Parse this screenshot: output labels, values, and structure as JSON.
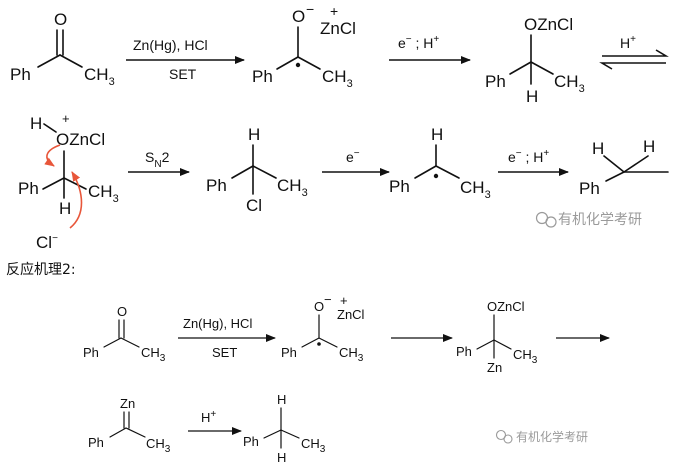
{
  "row1": {
    "ketone": {
      "o": "O",
      "ph": "Ph",
      "ch3": "CH",
      "ch3_sub": "3"
    },
    "arrow1": {
      "top": "Zn(Hg), HCl",
      "bottom": "SET"
    },
    "radical": {
      "o_minus": "O",
      "minus": "−",
      "plus": "+",
      "zncl": "ZnCl",
      "ph": "Ph",
      "ch3": "CH",
      "ch3_sub": "3"
    },
    "arrow2": {
      "top": "e",
      "top_sup": "−",
      "top_rest": " ; H",
      "top_sup2": "+"
    },
    "ozncl": {
      "o": "OZnCl",
      "ph": "Ph",
      "h": "H",
      "ch3": "CH",
      "ch3_sub": "3"
    },
    "eq": {
      "top": "H",
      "top_sup": "+"
    }
  },
  "row2": {
    "oxonium": {
      "h": "H",
      "plus": "+",
      "o": "OZnCl",
      "ph": "Ph",
      "h2": "H",
      "ch3": "CH",
      "ch3_sub": "3",
      "cl": "Cl",
      "cl_sup": "−"
    },
    "arrow_sn2": {
      "s": "S",
      "s_sub": "N",
      "rest": "2"
    },
    "chloride": {
      "h": "H",
      "ph": "Ph",
      "cl": "Cl",
      "ch3": "CH",
      "ch3_sub": "3"
    },
    "arrow_e": {
      "e": "e",
      "e_sup": "−"
    },
    "radical2": {
      "h": "H",
      "ph": "Ph",
      "ch3": "CH",
      "ch3_sub": "3"
    },
    "arrow_eh": {
      "e": "e",
      "e_sup": "−",
      "rest": " ; H",
      "rest_sup": "+"
    },
    "ethylbenzene": {
      "h1": "H",
      "h2": "H",
      "ph": "Ph"
    }
  },
  "watermark1": "有机化学考研",
  "section_title": "反应机理2:",
  "row3": {
    "ketone": {
      "o": "O",
      "ph": "Ph",
      "ch3": "CH",
      "ch3_sub": "3"
    },
    "arrow1": {
      "top": "Zn(Hg), HCl",
      "bottom": "SET"
    },
    "radical": {
      "o": "O",
      "minus": "−",
      "plus": "+",
      "zncl": "ZnCl",
      "ph": "Ph",
      "ch3": "CH",
      "ch3_sub": "3"
    },
    "organozinc": {
      "o": "OZnCl",
      "ph": "Ph",
      "ch3": "CH",
      "ch3_sub": "3",
      "zn": "Zn"
    }
  },
  "row4": {
    "carbenoid": {
      "zn": "Zn",
      "ph": "Ph",
      "ch3": "CH",
      "ch3_sub": "3"
    },
    "arrow_h": {
      "h": "H",
      "h_sup": "+"
    },
    "ethylbenzene": {
      "h1": "H",
      "h2": "H",
      "ph": "Ph",
      "ch3": "CH",
      "ch3_sub": "3"
    }
  },
  "watermark2": "有机化学考研",
  "colors": {
    "curved_arrow": "#e8563a",
    "watermark": "#9a9a9a"
  }
}
